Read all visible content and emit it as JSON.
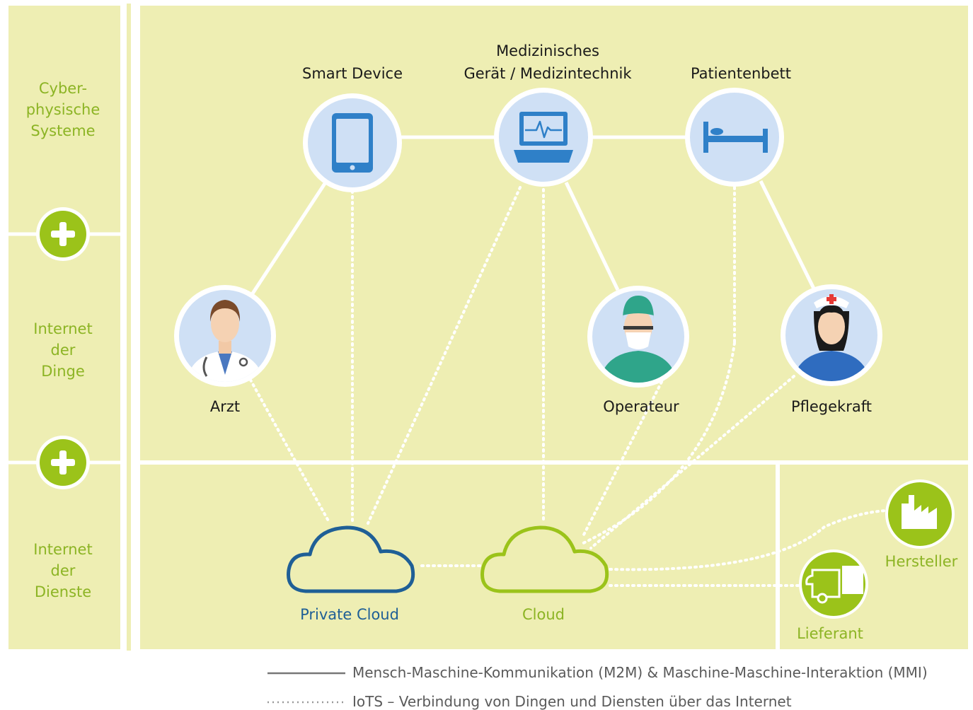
{
  "colors": {
    "panel": "#eeeeb3",
    "green": "#9bc31a",
    "side_text": "#8cb424",
    "blue_text": "#1f5f96",
    "circle_fill": "#cfe0f5",
    "device_blue": "#2f80c8"
  },
  "sidebar": {
    "layers": [
      {
        "lines": [
          "Cyber-",
          "physische",
          "Systeme"
        ]
      },
      {
        "lines": [
          "Internet",
          "der",
          "Dinge"
        ]
      },
      {
        "lines": [
          "Internet",
          "der",
          "Dienste"
        ]
      }
    ],
    "plus_symbol": "+"
  },
  "nodes": {
    "smart_device": {
      "label": "Smart Device",
      "icon": "tablet-icon"
    },
    "medical_device": {
      "label_line1": "Medizinisches",
      "label_line2": "Gerät / Medizintechnik",
      "icon": "laptop-monitor-icon"
    },
    "patient_bed": {
      "label": "Patientenbett",
      "icon": "bed-icon"
    },
    "doctor": {
      "label": "Arzt",
      "icon": "doctor-avatar-icon"
    },
    "operator": {
      "label": "Operateur",
      "icon": "surgeon-avatar-icon"
    },
    "nurse": {
      "label": "Pflegekraft",
      "icon": "nurse-avatar-icon"
    },
    "private_cloud": {
      "label": "Private Cloud",
      "icon": "cloud-icon"
    },
    "cloud": {
      "label": "Cloud",
      "icon": "cloud-icon"
    },
    "manufacturer": {
      "label": "Hersteller",
      "icon": "factory-icon"
    },
    "supplier": {
      "label": "Lieferant",
      "icon": "truck-icon"
    }
  },
  "legend": {
    "solid": "Mensch-Maschine-Kommunikation (M2M) & Maschine-Maschine-Interaktion (MMI)",
    "dotted": "IoTS – Verbindung von  Dingen und Diensten über das Internet"
  }
}
